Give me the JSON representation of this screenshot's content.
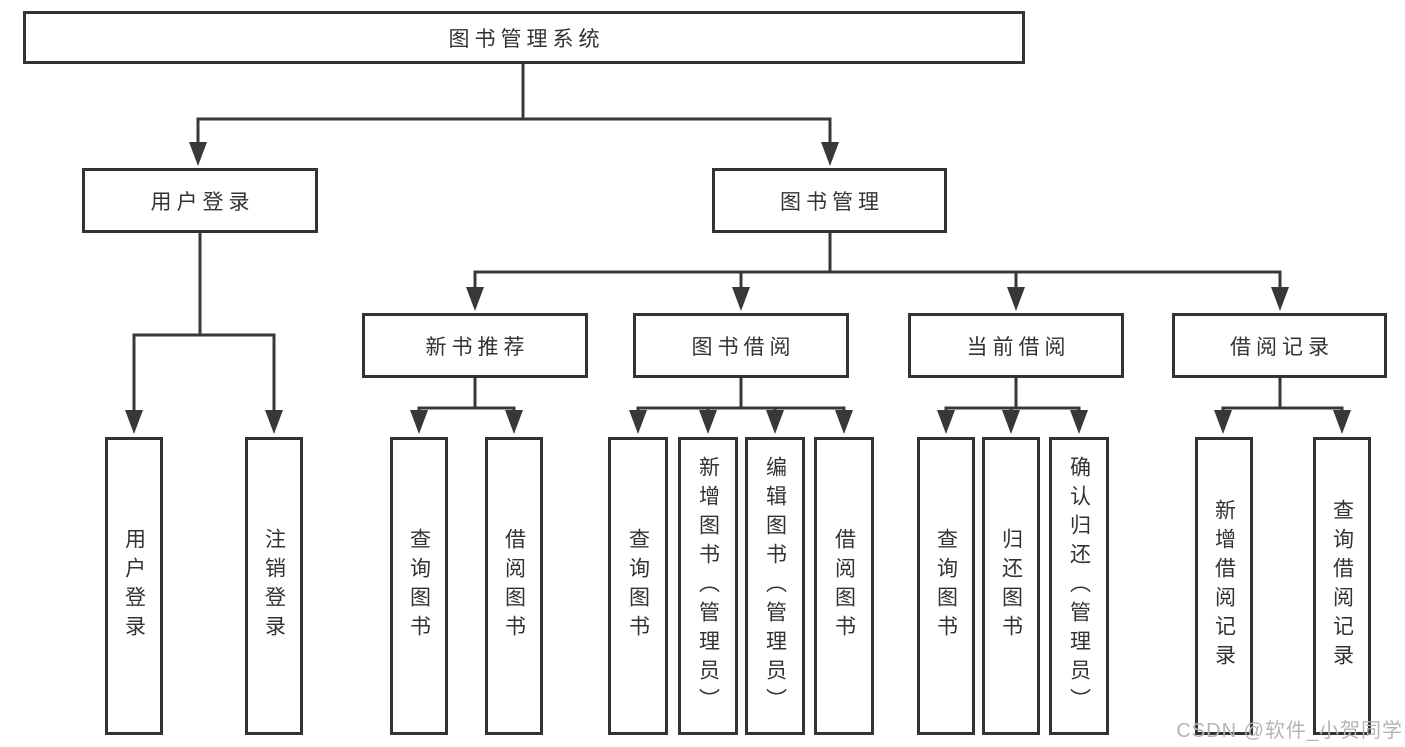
{
  "diagram": {
    "title": "图书管理系统",
    "user_login": {
      "label": "用户登录",
      "children": [
        "用户登录",
        "注销登录"
      ]
    },
    "book_management": {
      "label": "图书管理",
      "sections": [
        {
          "label": "新书推荐",
          "children": [
            "查询图书",
            "借阅图书"
          ]
        },
        {
          "label": "图书借阅",
          "children": [
            "查询图书",
            "新增图书（管理员）",
            "编辑图书（管理员）",
            "借阅图书"
          ]
        },
        {
          "label": "当前借阅",
          "children": [
            "查询图书",
            "归还图书",
            "确认归还（管理员）"
          ]
        },
        {
          "label": "借阅记录",
          "children": [
            "新增借阅记录",
            "查询借阅记录"
          ]
        }
      ]
    }
  },
  "watermark": "CSDN @软件_小贺同学",
  "colors": {
    "line": "#383838",
    "text": "#333333",
    "watermark": "#b5b5b5",
    "background": "#ffffff"
  }
}
